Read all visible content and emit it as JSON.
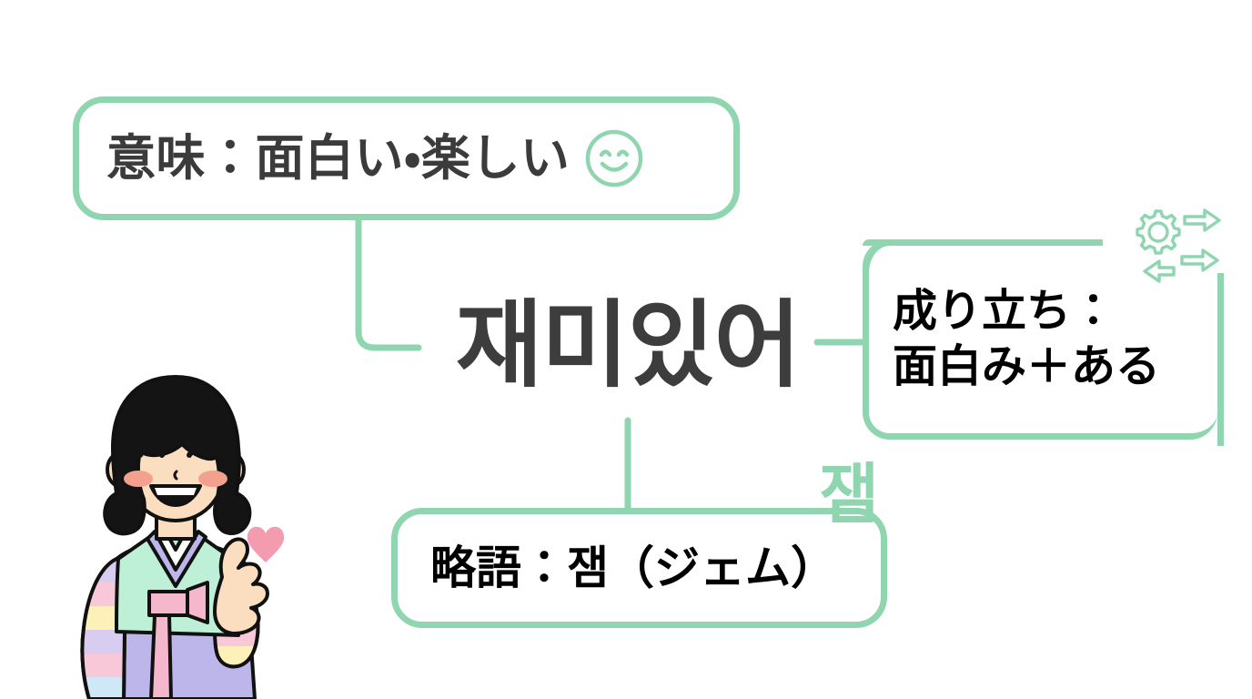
{
  "page": {
    "background_color": "#ffffff",
    "accent_color": "#8fd6b0",
    "text_color": "#000000",
    "headline_color": "#3d3d3d"
  },
  "headline": {
    "word": "재미있어"
  },
  "cards": {
    "meaning": {
      "text": "意味：面白い・楽しい",
      "icon": "smiley-face-icon"
    },
    "origin": {
      "line1": "成り立ち：",
      "line2": "面白み＋ある",
      "icon": "gear-arrows-icon"
    },
    "abbreviation": {
      "text": "略語：잼（ジェム）",
      "decoration": "잼"
    }
  },
  "illustration": {
    "name": "hanbok-girl-finger-heart",
    "colors": {
      "hair": "#141414",
      "skin": "#fbddc0",
      "blush": "#f3a08f",
      "jeogori": "#bdf0d6",
      "chima": "#bcb6ea",
      "collar": "#ffffff",
      "goreum": "#f4b7cb",
      "heart": "#f59bb0",
      "stripe1": "#f8c8d8",
      "stripe2": "#fdf0b8",
      "stripe3": "#cfe8f7",
      "stripe4": "#d8cdf0",
      "outline": "#111111"
    }
  }
}
